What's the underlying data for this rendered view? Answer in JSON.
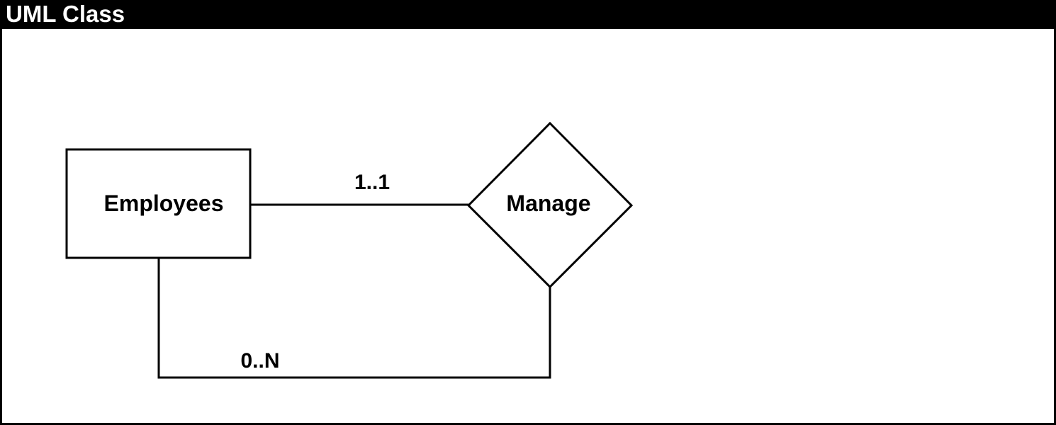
{
  "title": "UML Class",
  "entity": {
    "label": "Employees"
  },
  "relationship": {
    "label": "Manage"
  },
  "cardinalities": {
    "top": "1..1",
    "bottom": "0..N"
  },
  "colors": {
    "stroke": "#000000",
    "title_background": "#000000",
    "title_text": "#ffffff",
    "background": "#ffffff"
  }
}
